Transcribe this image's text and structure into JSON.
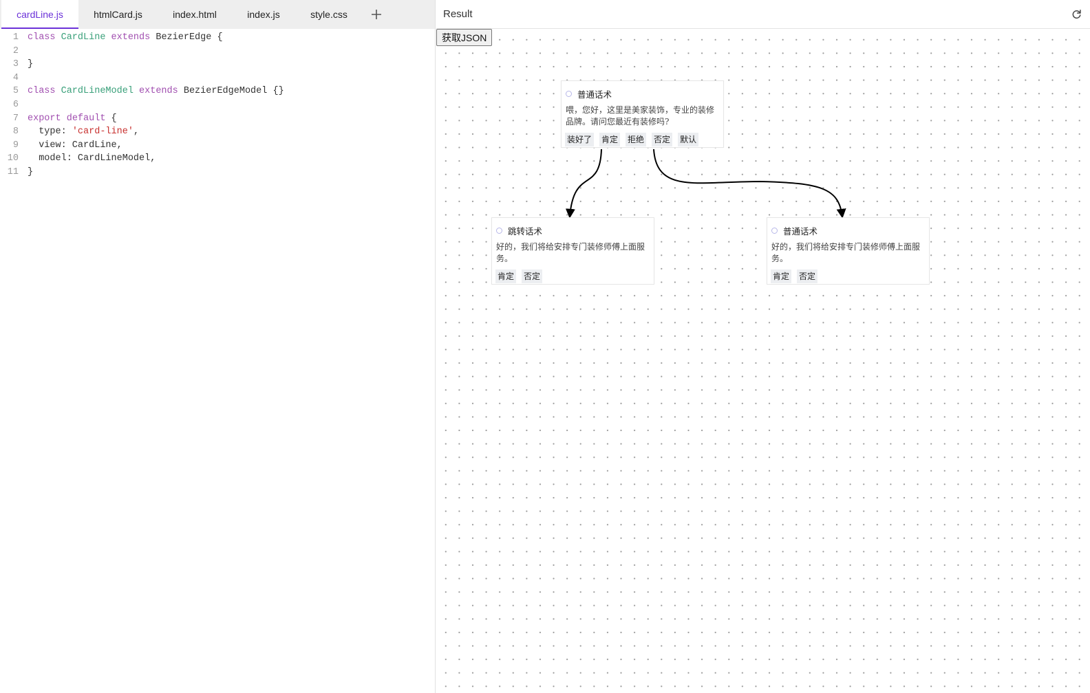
{
  "editor": {
    "tabs": [
      {
        "label": "cardLine.js",
        "active": true
      },
      {
        "label": "htmlCard.js",
        "active": false
      },
      {
        "label": "index.html",
        "active": false
      },
      {
        "label": "index.js",
        "active": false
      },
      {
        "label": "style.css",
        "active": false
      }
    ],
    "add_tab_icon": "plus-icon",
    "code_lines": [
      {
        "n": "1",
        "tokens": [
          {
            "t": "class ",
            "c": "kw"
          },
          {
            "t": "CardLine ",
            "c": "cls"
          },
          {
            "t": "extends ",
            "c": "kw"
          },
          {
            "t": "BezierEdge {",
            "c": "pl"
          }
        ]
      },
      {
        "n": "2",
        "tokens": []
      },
      {
        "n": "3",
        "tokens": [
          {
            "t": "}",
            "c": "pl"
          }
        ]
      },
      {
        "n": "4",
        "tokens": []
      },
      {
        "n": "5",
        "tokens": [
          {
            "t": "class ",
            "c": "kw"
          },
          {
            "t": "CardLineModel ",
            "c": "cls"
          },
          {
            "t": "extends ",
            "c": "kw"
          },
          {
            "t": "BezierEdgeModel {}",
            "c": "pl"
          }
        ]
      },
      {
        "n": "6",
        "tokens": []
      },
      {
        "n": "7",
        "tokens": [
          {
            "t": "export ",
            "c": "kw"
          },
          {
            "t": "default ",
            "c": "kw"
          },
          {
            "t": "{",
            "c": "pl"
          }
        ]
      },
      {
        "n": "8",
        "tokens": [
          {
            "t": "  type: ",
            "c": "pl"
          },
          {
            "t": "'card-line'",
            "c": "str"
          },
          {
            "t": ",",
            "c": "pl"
          }
        ]
      },
      {
        "n": "9",
        "tokens": [
          {
            "t": "  view: CardLine,",
            "c": "pl"
          }
        ]
      },
      {
        "n": "10",
        "tokens": [
          {
            "t": "  model: CardLineModel,",
            "c": "pl"
          }
        ]
      },
      {
        "n": "11",
        "tokens": [
          {
            "t": "}",
            "c": "pl"
          }
        ]
      }
    ]
  },
  "result": {
    "title": "Result",
    "refresh_icon": "refresh-icon",
    "json_button": "获取JSON",
    "cards": [
      {
        "id": "c1",
        "title": "普通话术",
        "body": "喂，您好，这里是美家装饰，专业的装修品牌。请问您最近有装修吗?",
        "options": [
          "装好了",
          "肯定",
          "拒绝",
          "否定",
          "默认"
        ]
      },
      {
        "id": "c2",
        "title": "跳转话术",
        "body": "好的，我们将给安排专门装修师傅上面服务。",
        "options": [
          "肯定",
          "否定"
        ]
      },
      {
        "id": "c3",
        "title": "普通话术",
        "body": "好的，我们将给安排专门装修师傅上面服务。",
        "options": [
          "肯定",
          "否定"
        ]
      }
    ],
    "edges": [
      {
        "from_card": "c1",
        "from_option": "肯定",
        "to_card": "c2"
      },
      {
        "from_card": "c1",
        "from_option": "否定",
        "to_card": "c3"
      }
    ],
    "colors": {
      "accent": "#6b31d8",
      "keyword": "#a14fb0",
      "class_name": "#3aa07a",
      "string": "#c8312f"
    }
  }
}
